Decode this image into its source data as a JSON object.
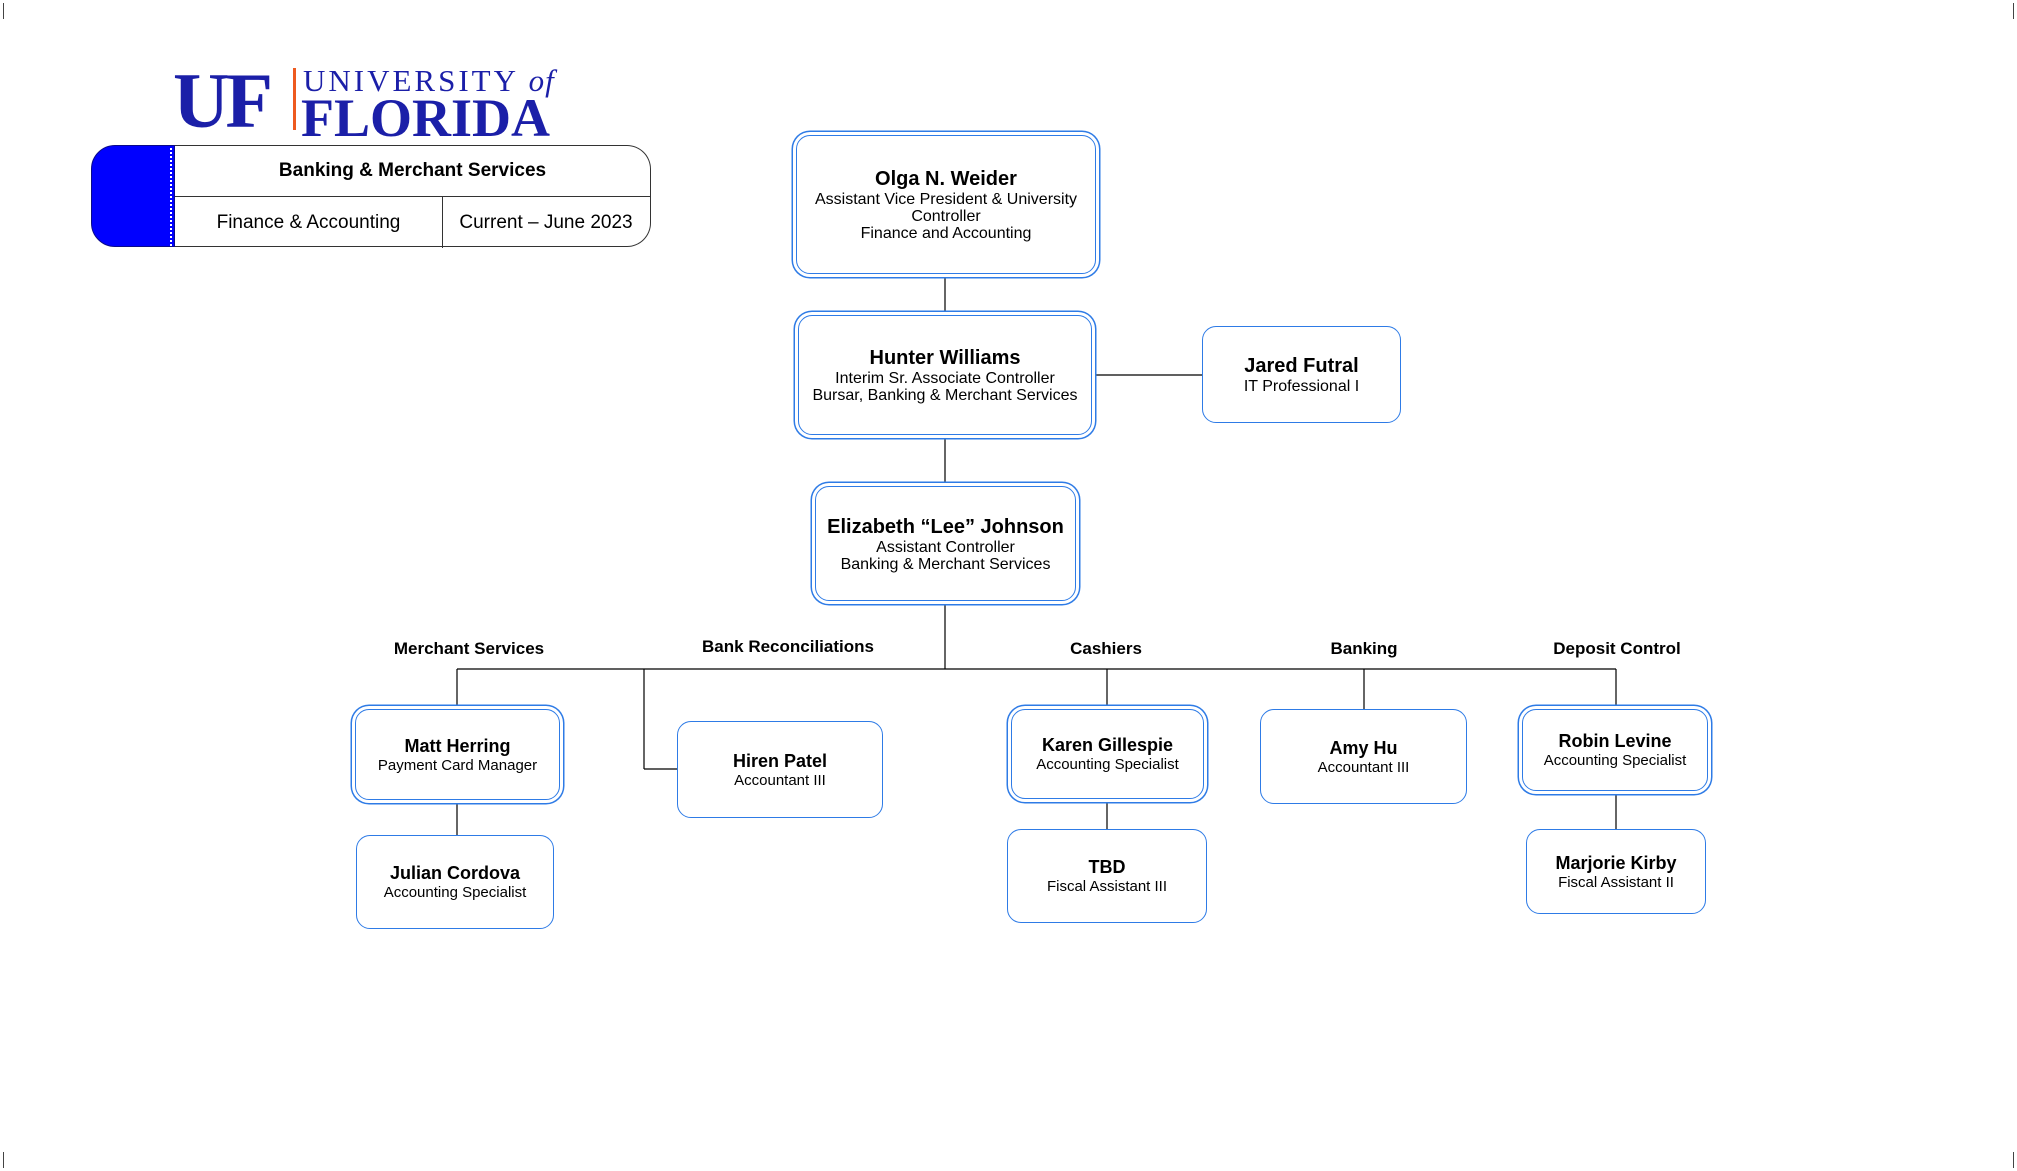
{
  "logo": {
    "mark": "UF",
    "university": "UNIVERSITY",
    "of": "of",
    "name": "FLORIDA"
  },
  "titleblock": {
    "title": "Banking & Merchant Services",
    "unit": "Finance & Accounting",
    "date": "Current – June 2023"
  },
  "nodes": {
    "weider": {
      "name": "Olga N. Weider",
      "titles": [
        "Assistant Vice President & University",
        "Controller",
        "Finance and Accounting"
      ]
    },
    "williams": {
      "name": "Hunter Williams",
      "titles": [
        "Interim Sr. Associate Controller",
        "Bursar, Banking & Merchant Services"
      ]
    },
    "futral": {
      "name": "Jared Futral",
      "titles": [
        "IT Professional I"
      ]
    },
    "johnson": {
      "name": "Elizabeth “Lee” Johnson",
      "titles": [
        "Assistant Controller",
        "Banking & Merchant Services"
      ]
    },
    "herring": {
      "name": "Matt Herring",
      "titles": [
        "Payment Card Manager"
      ]
    },
    "cordova": {
      "name": "Julian Cordova",
      "titles": [
        "Accounting Specialist"
      ]
    },
    "patel": {
      "name": "Hiren Patel",
      "titles": [
        "Accountant III"
      ]
    },
    "gillespie": {
      "name": "Karen Gillespie",
      "titles": [
        "Accounting Specialist"
      ]
    },
    "tbd": {
      "name": "TBD",
      "titles": [
        "Fiscal Assistant III"
      ]
    },
    "hu": {
      "name": "Amy Hu",
      "titles": [
        "Accountant III"
      ]
    },
    "levine": {
      "name": "Robin Levine",
      "titles": [
        "Accounting Specialist"
      ]
    },
    "kirby": {
      "name": "Marjorie Kirby",
      "titles": [
        "Fiscal Assistant II"
      ]
    }
  },
  "departments": {
    "merchant": "Merchant Services",
    "bankrec": "Bank Reconciliations",
    "cashiers": "Cashiers",
    "banking": "Banking",
    "deposit": "Deposit Control"
  },
  "colors": {
    "box_border": "#2e7be6",
    "uf_blue": "#1b1fa8",
    "uf_orange": "#ee5a1f",
    "title_block_blue": "#0000ff"
  }
}
